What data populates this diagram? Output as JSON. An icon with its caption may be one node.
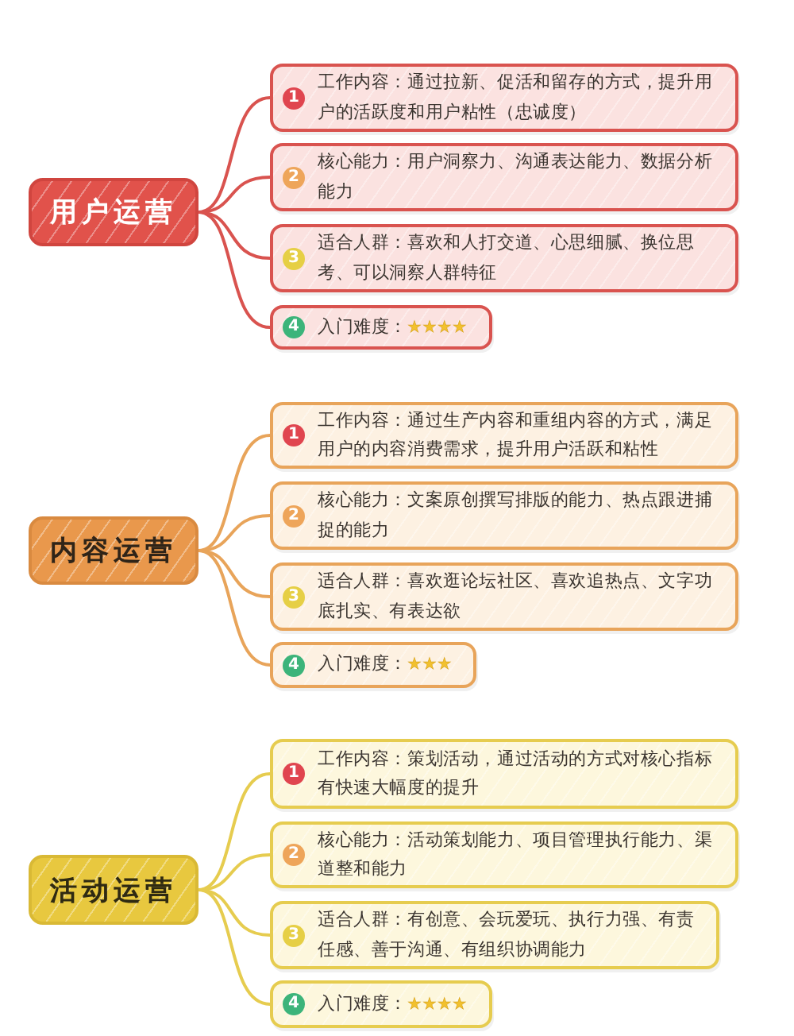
{
  "diagram": {
    "nodes": [
      {
        "text": [
          "用户运营"
        ]
      },
      {
        "text": [
          "1",
          "工作内容：通过拉新、促活和留存的方式，提升用户的活跃度和用户粘性（忠诚度）"
        ]
      },
      {
        "text": [
          "2",
          "核心能力：用户洞察力、沟通表达能力、数据分析能力"
        ]
      },
      {
        "text": [
          "3",
          "适合人群：喜欢和人打交道、心思细腻、换位思考、可以洞察人群特征"
        ]
      },
      {
        "text": [
          "4",
          "入门难度：",
          "★★★★"
        ]
      },
      {
        "text": [
          "内容运营"
        ]
      },
      {
        "text": [
          "1",
          "工作内容：通过生产内容和重组内容的方式，满足用户的内容消费需求，提升用户活跃和粘性"
        ]
      },
      {
        "text": [
          "2",
          "核心能力：文案原创撰写排版的能力、热点跟进捕捉的能力"
        ]
      },
      {
        "text": [
          "3",
          "适合人群：喜欢逛论坛社区、喜欢追热点、文字功底扎实、有表达欲"
        ]
      },
      {
        "text": [
          "4",
          "入门难度：",
          "★★★"
        ]
      },
      {
        "text": [
          "活动运营"
        ]
      },
      {
        "text": [
          "1",
          "工作内容：策划活动，通过活动的方式对核心指标有快速大幅度的提升"
        ]
      },
      {
        "text": [
          "2",
          "核心能力：活动策划能力、项目管理执行能力、渠道整和能力"
        ]
      },
      {
        "text": [
          "3",
          "适合人群：有创意、会玩爱玩、执行力强、有责任感、善于沟通、有组织协调能力"
        ]
      },
      {
        "text": [
          "4",
          "入门难度：",
          "★★★★"
        ]
      }
    ],
    "edges": [
      {
        "from": 0,
        "to": 1,
        "arrow": "none",
        "color": "#d9534f"
      },
      {
        "from": 0,
        "to": 2,
        "arrow": "none",
        "color": "#d9534f"
      },
      {
        "from": 0,
        "to": 3,
        "arrow": "none",
        "color": "#d9534f"
      },
      {
        "from": 0,
        "to": 4,
        "arrow": "none",
        "color": "#d9534f"
      },
      {
        "from": 5,
        "to": 6,
        "arrow": "none",
        "color": "#e8a45a"
      },
      {
        "from": 5,
        "to": 7,
        "arrow": "none",
        "color": "#e8a45a"
      },
      {
        "from": 5,
        "to": 8,
        "arrow": "none",
        "color": "#e8a45a"
      },
      {
        "from": 5,
        "to": 9,
        "arrow": "none",
        "color": "#e8a45a"
      },
      {
        "from": 10,
        "to": 11,
        "arrow": "none",
        "color": "#e6cc4f"
      },
      {
        "from": 10,
        "to": 12,
        "arrow": "none",
        "color": "#e6cc4f"
      },
      {
        "from": 10,
        "to": 13,
        "arrow": "none",
        "color": "#e6cc4f"
      },
      {
        "from": 10,
        "to": 14,
        "arrow": "none",
        "color": "#e6cc4f"
      }
    ]
  }
}
